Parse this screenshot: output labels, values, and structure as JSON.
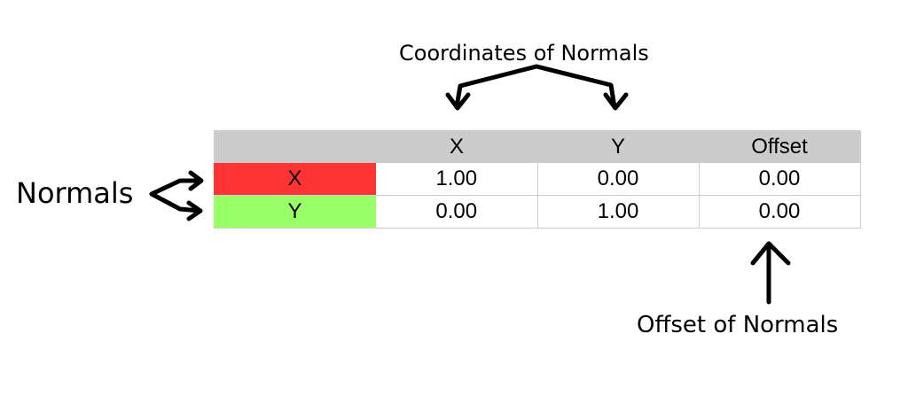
{
  "labels": {
    "coordinates": "Coordinates of Normals",
    "normals": "Normals",
    "offset": "Offset of Normals"
  },
  "table": {
    "header": [
      "",
      "X",
      "Y",
      "Offset"
    ],
    "rows": [
      {
        "label": "X",
        "color": "#ff3333",
        "values": [
          "1.00",
          "0.00",
          "0.00"
        ]
      },
      {
        "label": "Y",
        "color": "#99ff66",
        "values": [
          "0.00",
          "1.00",
          "0.00"
        ]
      }
    ],
    "header_color": "#cccccc"
  }
}
